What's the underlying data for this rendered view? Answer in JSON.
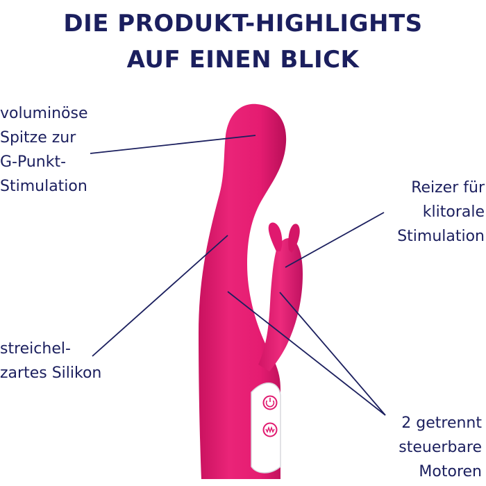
{
  "title": {
    "line1": "DIE PRODUKT-HIGHLIGHTS",
    "line2": "AUF EINEN BLICK"
  },
  "callouts": {
    "tip": {
      "lines": [
        "voluminöse",
        "Spitze zur",
        "G-Punkt-",
        "Stimulation"
      ]
    },
    "clitoral": {
      "lines": [
        "Reizer für",
        "klitorale",
        "Stimulation"
      ]
    },
    "silicone": {
      "lines": [
        "streichel-",
        "zartes Silikon"
      ]
    },
    "motors": {
      "lines": [
        "2 getrennt",
        "steuerbare",
        "Motoren"
      ]
    }
  },
  "colors": {
    "text": "#1b1f5e",
    "product": "#e0196f",
    "product_shade": "#b80f58",
    "control_panel": "#ffffff"
  },
  "icons": {
    "power_button": "power-icon",
    "mode_button": "wave-icon"
  }
}
